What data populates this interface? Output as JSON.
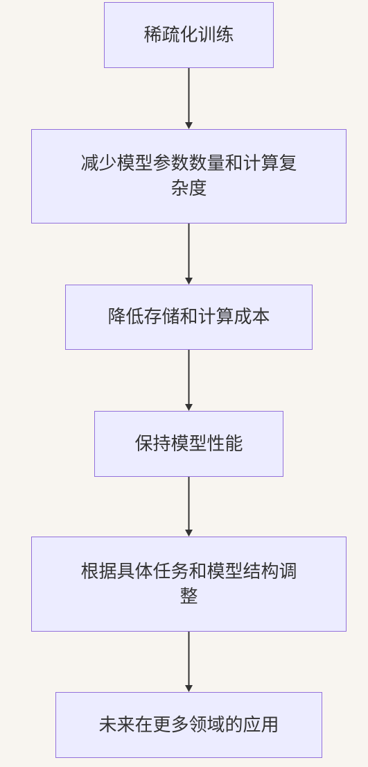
{
  "diagram": {
    "nodes": [
      {
        "id": "n1",
        "lines": [
          "稀疏化训练"
        ]
      },
      {
        "id": "n2",
        "lines": [
          "减少模型参数数量和计算复",
          "杂度"
        ]
      },
      {
        "id": "n3",
        "lines": [
          "降低存储和计算成本"
        ]
      },
      {
        "id": "n4",
        "lines": [
          "保持模型性能"
        ]
      },
      {
        "id": "n5",
        "lines": [
          "根据具体任务和模型结构调",
          "整"
        ]
      },
      {
        "id": "n6",
        "lines": [
          "未来在更多领域的应用"
        ]
      }
    ],
    "edges": [
      {
        "from": "n1",
        "to": "n2"
      },
      {
        "from": "n2",
        "to": "n3"
      },
      {
        "from": "n3",
        "to": "n4"
      },
      {
        "from": "n4",
        "to": "n5"
      },
      {
        "from": "n5",
        "to": "n6"
      }
    ]
  },
  "colors": {
    "background": "#f8f5f0",
    "node_fill": "#ececff",
    "node_stroke": "#9370db",
    "edge": "#333333",
    "text": "#333333"
  }
}
